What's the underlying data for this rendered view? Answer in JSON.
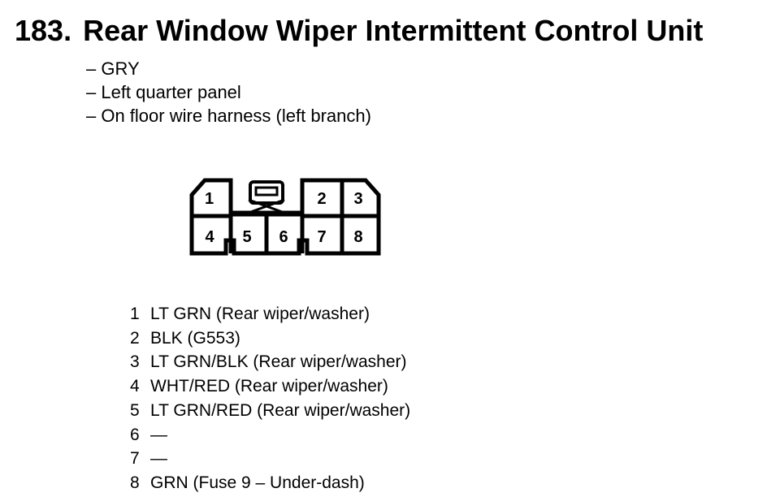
{
  "header": {
    "number": "183.",
    "title": "Rear Window Wiper Intermittent Control Unit"
  },
  "details": [
    "– GRY",
    "– Left quarter panel",
    "– On floor wire harness (left branch)"
  ],
  "connector": {
    "pin_labels": [
      "1",
      "2",
      "3",
      "4",
      "5",
      "6",
      "7",
      "8"
    ]
  },
  "pins": [
    {
      "num": "1",
      "desc": "LT GRN (Rear wiper/washer)"
    },
    {
      "num": "2",
      "desc": "BLK (G553)"
    },
    {
      "num": "3",
      "desc": "LT GRN/BLK (Rear wiper/washer)"
    },
    {
      "num": "4",
      "desc": "WHT/RED (Rear wiper/washer)"
    },
    {
      "num": "5",
      "desc": "LT GRN/RED (Rear wiper/washer)"
    },
    {
      "num": "6",
      "desc": "—"
    },
    {
      "num": "7",
      "desc": "—"
    },
    {
      "num": "8",
      "desc": "GRN (Fuse 9 – Under-dash)"
    }
  ]
}
